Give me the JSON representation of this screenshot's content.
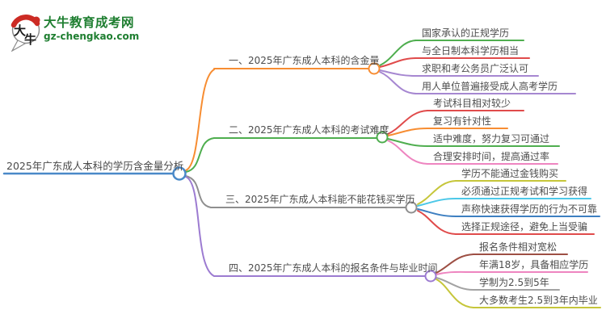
{
  "logo": {
    "title": "大牛教育成考网",
    "domain": "gz-chengkao.com",
    "icon_char1": "大",
    "icon_char2": "牛",
    "brand_color": "#1e7e30",
    "seal_color": "#cc2b24"
  },
  "central": {
    "label": "2025年广东成人本科的学历含金量分析",
    "color": "#4a89c8"
  },
  "branches": [
    {
      "label": "一、2025年广东成人本科的含金量",
      "color": "#f78d32",
      "children": [
        {
          "label": "国家承认的正规学历",
          "color": "#4fae4f"
        },
        {
          "label": "与全日制本科学历相当",
          "color": "#e04b4b"
        },
        {
          "label": "求职和考公务员广泛认可",
          "color": "#a687d1"
        },
        {
          "label": "用人单位普遍接受成人高考学历",
          "color": "#a687d1"
        }
      ]
    },
    {
      "label": "二、2025年广东成人本科的考试难度",
      "color": "#4fae4f",
      "children": [
        {
          "label": "考试科目相对较少",
          "color": "#e04b4b"
        },
        {
          "label": "复习有针对性",
          "color": "#f78d32"
        },
        {
          "label": "适中难度，努力复习可通过",
          "color": "#4fae4f"
        },
        {
          "label": "合理安排时间，提高通过率",
          "color": "#ee85c0"
        }
      ]
    },
    {
      "label": "三、2025年广东成人本科能不能花钱买学历",
      "color": "#8f8f8f",
      "children": [
        {
          "label": "学历不能通过金钱购买",
          "color": "#c6c63a"
        },
        {
          "label": "必须通过正规考试和学习获得",
          "color": "#4cc8e8"
        },
        {
          "label": "声称快速获得学历的行为不可靠",
          "color": "#3d7fc1"
        },
        {
          "label": "选择正规途径，避免上当受骗",
          "color": "#e04b4b"
        }
      ]
    },
    {
      "label": "四、2025年广东成人本科的报名条件与毕业时间",
      "color": "#9c7bd1",
      "children": [
        {
          "label": "报名条件相对宽松",
          "color": "#9d4f44"
        },
        {
          "label": "年满18岁，具备相应学历",
          "color": "#ee85c0"
        },
        {
          "label": "学制为2.5到5年",
          "color": "#a3a3a3"
        },
        {
          "label": "大多数考生2.5到3年内毕业",
          "color": "#c6c63a"
        }
      ]
    }
  ]
}
